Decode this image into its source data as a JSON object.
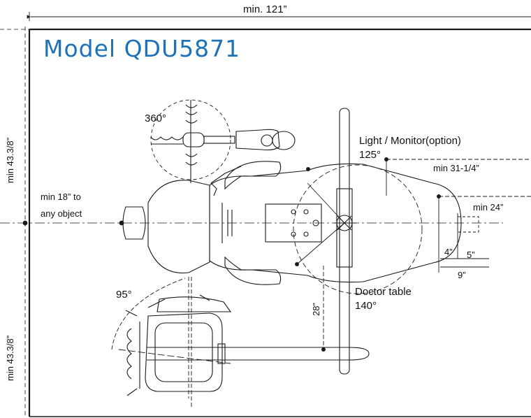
{
  "title": "Model QDU5871",
  "dimensions": {
    "top_width": "min. 121”",
    "left_upper": "min 43.3/8”",
    "left_lower": "min 43.3/8”",
    "head_clearance_line1": "min 18” to",
    "head_clearance_line2": "any object",
    "light_label": "Light / Monitor(option)",
    "light_angle": "125°",
    "light_reach": "min 31-1/4”",
    "foot_clearance": "min 24”",
    "foot_4": "4”",
    "foot_5": "5”",
    "foot_9": "9”",
    "rotation_360": "360°",
    "cuspidor_angle": "95°",
    "table_height": "28”",
    "doctor_table": "Doctor table",
    "doctor_table_angle": "140°"
  },
  "colors": {
    "title": "#1e73b8",
    "line": "#1a1a1a"
  }
}
